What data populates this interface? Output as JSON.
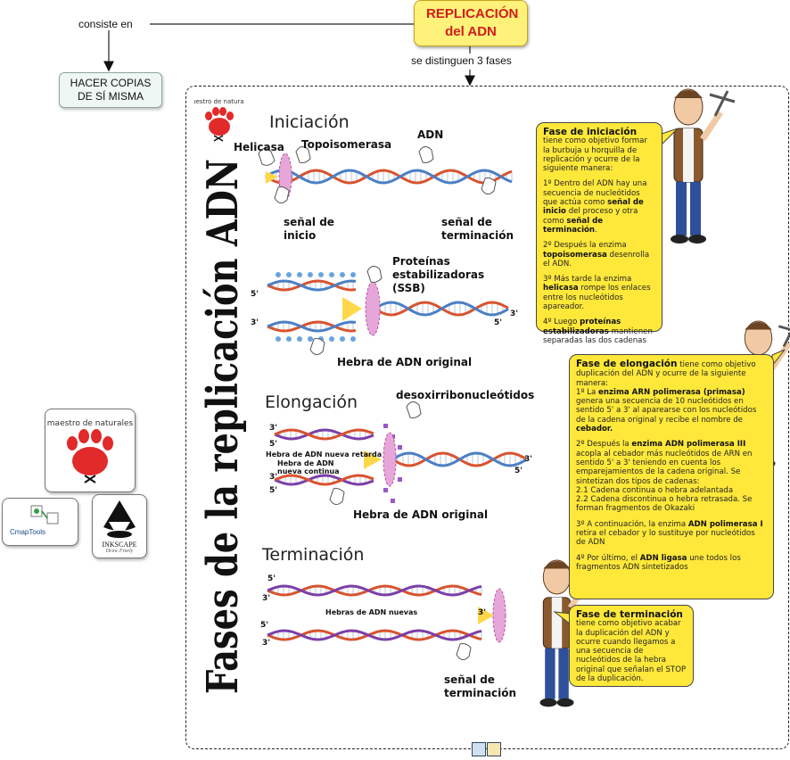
{
  "map": {
    "main_node": "REPLICACIÓN del ADN",
    "copy_node": "HACER COPIAS DE SÍ MISMA",
    "link_consiste": "consiste en",
    "link_fases": "se distinguen 3 fases"
  },
  "infographic": {
    "vertical_title": "Fases de la replicación ADN",
    "logo_text": "maestro de naturales",
    "phase_iniciacion": "Iniciación",
    "phase_elongacion": "Elongación",
    "phase_terminacion": "Terminación",
    "labels": {
      "helicasa": "Helicasa",
      "topoisomerasa": "Topoisomerasa",
      "adn": "ADN",
      "senal_inicio_1": "señal de",
      "senal_inicio_2": "inicio",
      "senal_term_1": "señal de",
      "senal_term_2": "terminación",
      "proteinas_1": "Proteínas",
      "proteinas_2": "estabilizadoras",
      "proteinas_3": "(SSB)",
      "hebra_original_1": "Hebra de ADN original",
      "desoxirribo": "desoxirribonucleótidos",
      "retardada": "Hebra de ADN nueva retarda",
      "continua_1": "Hebra de ADN",
      "continua_2": "nueva continua",
      "hebra_original_2": "Hebra de ADN original",
      "hebras_nuevas": "Hebras de ADN nuevas",
      "senal_term3_1": "señal de",
      "senal_term3_2": "terminación",
      "p5": "5'",
      "p3": "3'"
    }
  },
  "bubbles": {
    "iniciacion": {
      "title": "Fase de iniciación",
      "intro": "tiene como objetivo formar la burbuja u horquilla de replicación y ocurre de la siguiente manera:",
      "p1a": "1º Dentro del ADN hay una secuencia de nucleótidos que actúa como ",
      "p1b": "señal de inicio",
      "p1c": " del proceso y otra como ",
      "p1d": "señal de terminación",
      "p1e": ".",
      "p2a": "2º Después la enzima ",
      "p2b": "topoisomerasa",
      "p2c": " desenrolla el ADN.",
      "p3a": "3º Más tarde la enzima ",
      "p3b": "helicasa",
      "p3c": " rompe los enlaces entre los nucleótidos apareador.",
      "p4a": "4º Luego ",
      "p4b": "proteínas estabilizadoras",
      "p4c": " mantienen separadas las dos cadenas"
    },
    "elongacion": {
      "title": "Fase de elongación",
      "intro": " tiene como objetivo duplicación del ADN y ocurre de la siguiente manera:",
      "p1a": "1º La ",
      "p1b": "enzima ARN polimerasa",
      "p1c": " (primasa)",
      "p1d": " genera una secuencia de 10 nucleótidos en sentido 5' a 3' al aparearse con los nucleótidos de la cadena original y recibe el nombre de ",
      "p1e": "cebador.",
      "p2a": "2º Después la ",
      "p2b": "enzima ADN polimerasa III",
      "p2c": " acopla al cebador más nucleótidos de ARN en sentido 5' a 3' teniendo en cuenta los emparejamientos de la cadena original. Se sintetizan dos tipos de cadenas:",
      "p2d": "2.1 Cadena continua o hebra adelantada",
      "p2e": "2.2 Cadena discontinua o hebra retrasada. Se forman fragmentos de Okazaki",
      "p3a": "3º A continuación, la enzima ",
      "p3b": "ADN polimerasa I",
      "p3c": " retira el cebador y lo sustituye por nucleótidos de ADN",
      "p4a": "4º Por último, el ",
      "p4b": "ADN ligasa",
      "p4c": " une todos los fragmentos ADN sintetizados"
    },
    "terminacion": {
      "title": "Fase de terminación",
      "body": "tiene como objetivo acabar la duplicación del ADN y ocurre cuando llegamos a una secuencia de nucleótidos de la hebra original que señalan el STOP de la duplicación."
    }
  },
  "side_logos": {
    "cmap": "CmapTools",
    "inkscape": "INKSCAPE",
    "inkscape_sub": "Draw Freely"
  },
  "colors": {
    "node_yellow": "#fff27a",
    "title_red": "#d11c1c",
    "bubble_yellow": "#ffe83a",
    "strand_red": "#d8532e",
    "strand_purple": "#7b3fa8",
    "strand_blue": "#4b7fc4"
  }
}
